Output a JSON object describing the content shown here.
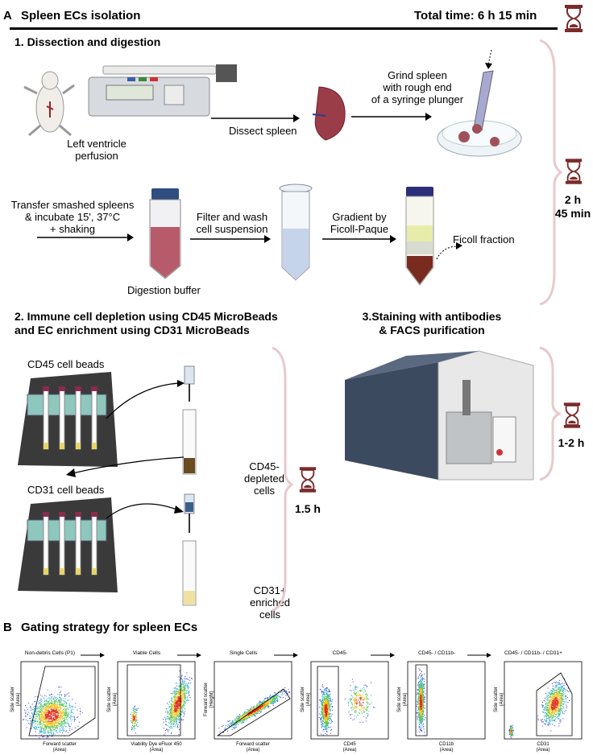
{
  "panel_a": {
    "letter": "A",
    "title": "Spleen ECs isolation",
    "total_time": "Total time: 6 h 15 min",
    "section1": {
      "title": "1. Dissection and digestion",
      "perfusion_label": "Left ventricle\nperfusion",
      "dissect_label": "Dissect spleen",
      "grind_label": "Grind spleen\nwith rough end\nof a syringe plunger",
      "transfer_label": "Transfer smashed spleens\n& incubate 15', 37°C\n+ shaking",
      "digestion_label": "Digestion buffer",
      "filter_label": "Filter and wash\ncell suspension",
      "gradient_label": "Gradient by\nFicoll-Paque",
      "ficoll_label": "Ficoll fraction",
      "time": "2 h\n45 min"
    },
    "section2": {
      "title": "2. Immune cell depletion using CD45 MicroBeads\nand EC enrichment using CD31 MicroBeads",
      "cd45_beads": "CD45 cell beads",
      "cd45_depleted": "CD45-\ndepleted cells",
      "cd31_beads": "CD31 cell beads",
      "cd31_enriched": "CD31+\nenriched cells",
      "time": "1.5 h"
    },
    "section3": {
      "title": "3.Staining with antibodies\n& FACS purification",
      "time": "1-2 h"
    }
  },
  "panel_b": {
    "letter": "B",
    "title": "Gating strategy for spleen ECs",
    "plots": [
      {
        "title": "Non-debris Cells (P1)",
        "xlabel": "Forward scatter\n(Area)",
        "ylabel": "Side scatter\n(Area)"
      },
      {
        "title": "Viable Cells",
        "xlabel": "Viability Dye eFluor 450\n(Area)",
        "ylabel": "Side scatter\n(Area)"
      },
      {
        "title": "Single Cells",
        "xlabel": "Forward scatter\n(Area)",
        "ylabel": "Forward scatter\n(Height)"
      },
      {
        "title": "CD45-",
        "xlabel": "CD45\n(Area)",
        "ylabel": "Side scatter\n(Area)"
      },
      {
        "title": "CD45- / CD11b-",
        "xlabel": "CD11b\n(Area)",
        "ylabel": "Side scatter\n(Area)"
      },
      {
        "title": "CD45- / CD11b- / CD31+",
        "xlabel": "CD31\n(Area)",
        "ylabel": "Side scatter\n(Area)"
      }
    ]
  },
  "colors": {
    "bracket": "#e9c9cc",
    "hourglass": "#7a2b2b",
    "rule": "#000000"
  }
}
